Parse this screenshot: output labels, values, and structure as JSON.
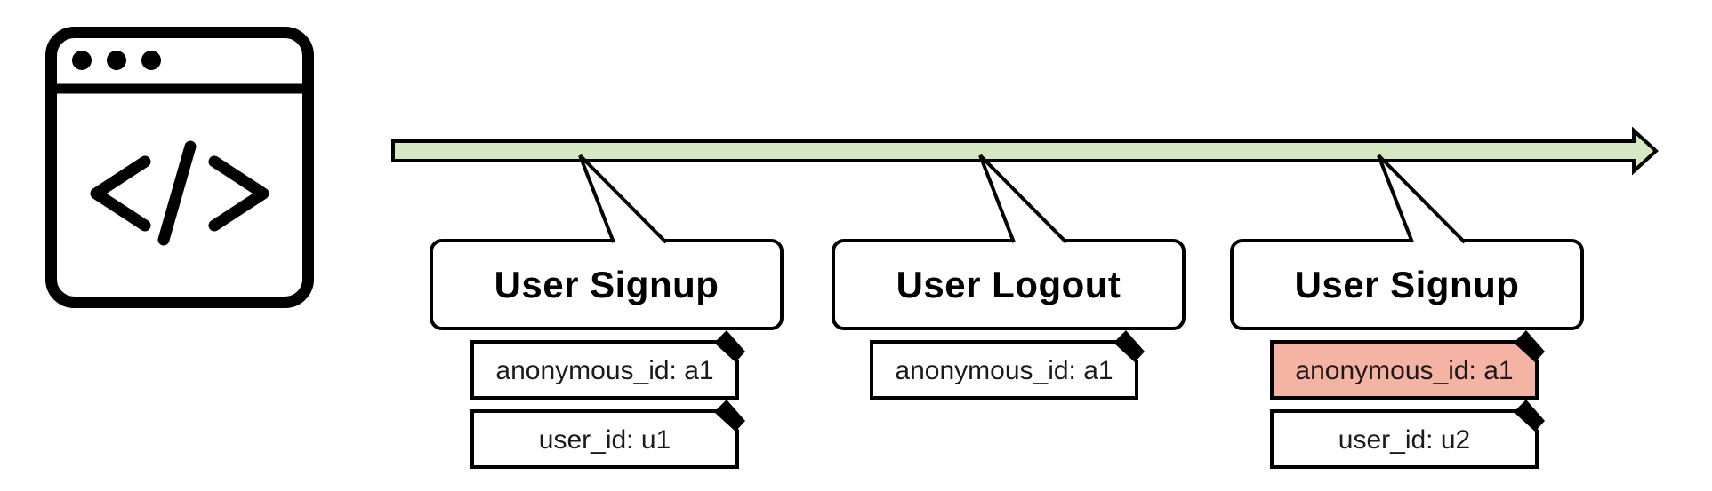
{
  "icon": {
    "name": "code-browser-icon",
    "glyph": "</>"
  },
  "timeline": {
    "shape": "right-arrow",
    "color": "#d5e8c4",
    "outline": "#000000"
  },
  "events": [
    {
      "label": "User Signup",
      "properties": [
        {
          "text": "anonymous_id: a1",
          "fill": "#ffffff",
          "highlighted": false
        },
        {
          "text": "user_id: u1",
          "fill": "#ffffff",
          "highlighted": false
        }
      ]
    },
    {
      "label": "User Logout",
      "properties": [
        {
          "text": "anonymous_id: a1",
          "fill": "#ffffff",
          "highlighted": false
        }
      ]
    },
    {
      "label": "User Signup",
      "properties": [
        {
          "text": "anonymous_id: a1",
          "fill": "#f5b3a3",
          "highlighted": true
        },
        {
          "text": "user_id: u2",
          "fill": "#ffffff",
          "highlighted": false
        }
      ]
    }
  ],
  "colors": {
    "timeline_green": "#d5e8c4",
    "highlight_salmon": "#f5b3a3",
    "outline": "#000000"
  }
}
